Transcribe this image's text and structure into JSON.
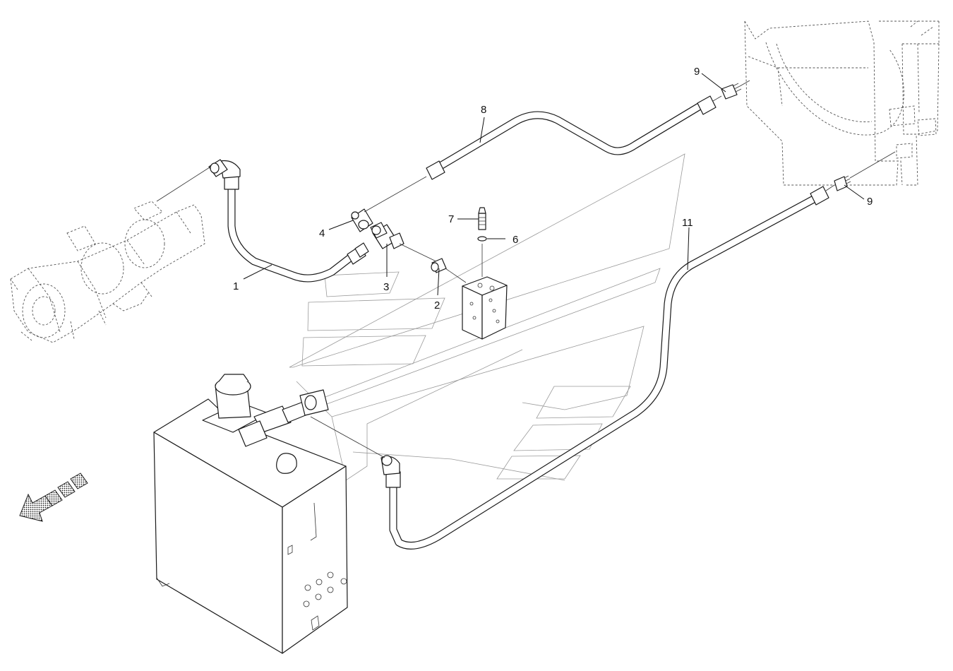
{
  "callouts": [
    {
      "id": "c1",
      "text": "1"
    },
    {
      "id": "c2",
      "text": "2"
    },
    {
      "id": "c3",
      "text": "3"
    },
    {
      "id": "c4",
      "text": "4"
    },
    {
      "id": "c6",
      "text": "6"
    },
    {
      "id": "c7",
      "text": "7"
    },
    {
      "id": "c8",
      "text": "8"
    },
    {
      "id": "c9a",
      "text": "9"
    },
    {
      "id": "c9b",
      "text": "9"
    },
    {
      "id": "c11",
      "text": "11"
    }
  ]
}
